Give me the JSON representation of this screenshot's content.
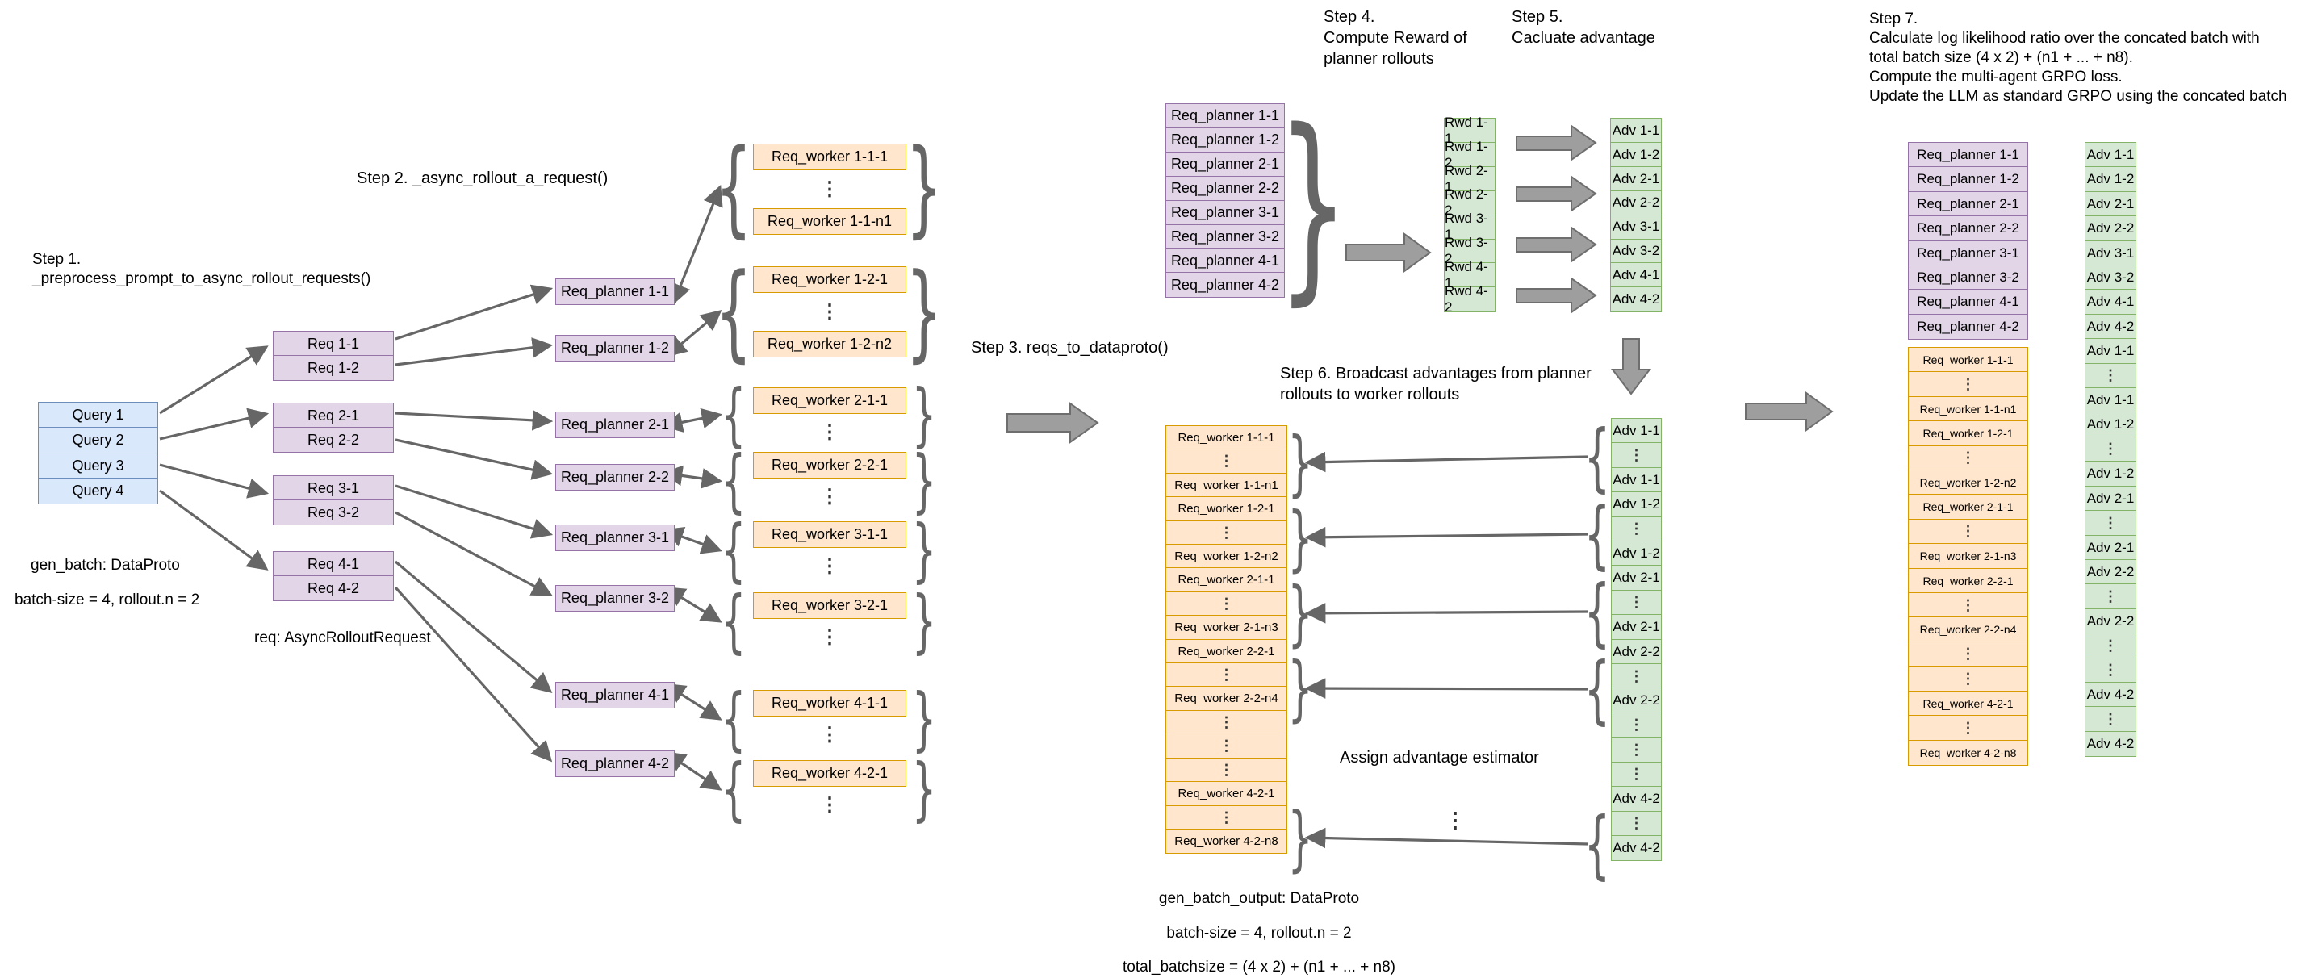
{
  "steps": {
    "step1": "Step 1.\n_preprocess_prompt_to_async_rollout_requests()",
    "step2": "Step 2. _async_rollout_a_request()",
    "step3": "Step 3. reqs_to_dataproto()",
    "step4": "Step 4.\nCompute Reward of\nplanner rollouts",
    "step5": "Step 5.\nCacluate advantage",
    "step6": "Step 6. Broadcast advantages from planner\nrollouts to worker rollouts",
    "step7": "Step 7.\nCalculate log likelihood ratio over the concated batch with\ntotal batch size (4 x 2) + (n1 + ... + n8).\nCompute the multi-agent GRPO loss.\nUpdate the LLM as standard GRPO using the concated batch"
  },
  "labels": {
    "gen_batch": "gen_batch: DataProto",
    "batch_size": "batch-size = 4, rollout.n = 2",
    "req_type": "req: AsyncRolloutRequest",
    "assign_adv": "Assign advantage estimator",
    "gen_batch_output": "gen_batch_output: DataProto",
    "batch_size_out": "batch-size = 4, rollout.n = 2",
    "total_batchsize": "total_batchsize = (4 x 2) + (n1 + ... + n8)"
  },
  "icons": {
    "brace_left": "{",
    "brace_right": "}",
    "vdots": "⋮"
  },
  "queries": [
    "Query 1",
    "Query 2",
    "Query 3",
    "Query 4"
  ],
  "req_pairs": [
    [
      "Req 1-1",
      "Req 1-2"
    ],
    [
      "Req 2-1",
      "Req 2-2"
    ],
    [
      "Req 3-1",
      "Req 3-2"
    ],
    [
      "Req 4-1",
      "Req 4-2"
    ]
  ],
  "planners": [
    "Req_planner 1-1",
    "Req_planner 1-2",
    "Req_planner 2-1",
    "Req_planner 2-2",
    "Req_planner 3-1",
    "Req_planner 3-2",
    "Req_planner 4-1",
    "Req_planner 4-2"
  ],
  "worker_groups": [
    {
      "first": "Req_worker 1-1-1",
      "last": "Req_worker 1-1-n1"
    },
    {
      "first": "Req_worker 1-2-1",
      "last": "Req_worker 1-2-n2"
    },
    {
      "first": "Req_worker 2-1-1"
    },
    {
      "first": "Req_worker 2-2-1"
    },
    {
      "first": "Req_worker 3-1-1"
    },
    {
      "first": "Req_worker 3-2-1"
    },
    {
      "first": "Req_worker 4-1-1"
    },
    {
      "first": "Req_worker 4-2-1"
    }
  ],
  "step4_planner_list": [
    "Req_planner 1-1",
    "Req_planner 1-2",
    "Req_planner 2-1",
    "Req_planner 2-2",
    "Req_planner 3-1",
    "Req_planner 3-2",
    "Req_planner 4-1",
    "Req_planner 4-2"
  ],
  "rwd_list": [
    "Rwd 1-1",
    "Rwd 1-2",
    "Rwd 2-1",
    "Rwd 2-2",
    "Rwd 3-1",
    "Rwd 3-2",
    "Rwd 4-1",
    "Rwd 4-2"
  ],
  "adv_list": [
    "Adv 1-1",
    "Adv 1-2",
    "Adv 2-1",
    "Adv 2-2",
    "Adv 3-1",
    "Adv 3-2",
    "Adv 4-1",
    "Adv 4-2"
  ],
  "step6_worker_rows": [
    "Req_worker 1-1-1",
    "⋮",
    "Req_worker 1-1-n1",
    "Req_worker 1-2-1",
    "⋮",
    "Req_worker 1-2-n2",
    "Req_worker 2-1-1",
    "⋮",
    "Req_worker 2-1-n3",
    "Req_worker 2-2-1",
    "⋮",
    "Req_worker 2-2-n4",
    "⋮",
    "⋮",
    "⋮",
    "Req_worker 4-2-1",
    "⋮",
    "Req_worker 4-2-n8"
  ],
  "step6_adv_rows": [
    "Adv 1-1",
    "⋮",
    "Adv 1-1",
    "Adv 1-2",
    "⋮",
    "Adv 1-2",
    "Adv 2-1",
    "⋮",
    "Adv 2-1",
    "Adv 2-2",
    "⋮",
    "Adv 2-2",
    "⋮",
    "⋮",
    "⋮",
    "Adv 4-2",
    "⋮",
    "Adv 4-2"
  ],
  "concat_planner_rows": [
    "Req_planner 1-1",
    "Req_planner 1-2",
    "Req_planner 2-1",
    "Req_planner 2-2",
    "Req_planner 3-1",
    "Req_planner 3-2",
    "Req_planner 4-1",
    "Req_planner 4-2"
  ],
  "concat_worker_rows": [
    "Req_worker 1-1-1",
    "⋮",
    "Req_worker 1-1-n1",
    "Req_worker 1-2-1",
    "⋮",
    "Req_worker 1-2-n2",
    "Req_worker 2-1-1",
    "⋮",
    "Req_worker 2-1-n3",
    "Req_worker 2-2-1",
    "⋮",
    "Req_worker 2-2-n4",
    "⋮",
    "⋮",
    "Req_worker 4-2-1",
    "⋮",
    "Req_worker 4-2-n8"
  ],
  "concat_adv_rows": [
    "Adv 1-1",
    "Adv 1-2",
    "Adv 2-1",
    "Adv 2-2",
    "Adv 3-1",
    "Adv 3-2",
    "Adv 4-1",
    "Adv 4-2",
    "Adv 1-1",
    "⋮",
    "Adv 1-1",
    "Adv 1-2",
    "⋮",
    "Adv 1-2",
    "Adv 2-1",
    "⋮",
    "Adv 2-1",
    "Adv 2-2",
    "⋮",
    "Adv 2-2",
    "⋮",
    "⋮",
    "Adv 4-2",
    "⋮",
    "Adv 4-2"
  ],
  "colors": {
    "blue_fill": "#dae8fc",
    "blue_stroke": "#6c8ebf",
    "purple_fill": "#e1d5e7",
    "purple_stroke": "#9673a6",
    "orange_fill": "#ffe6cc",
    "orange_stroke": "#d79b00",
    "green_fill": "#d5e8d4",
    "green_stroke": "#82b366",
    "arrow": "#666666",
    "block_arrow": "#9e9e9e"
  }
}
